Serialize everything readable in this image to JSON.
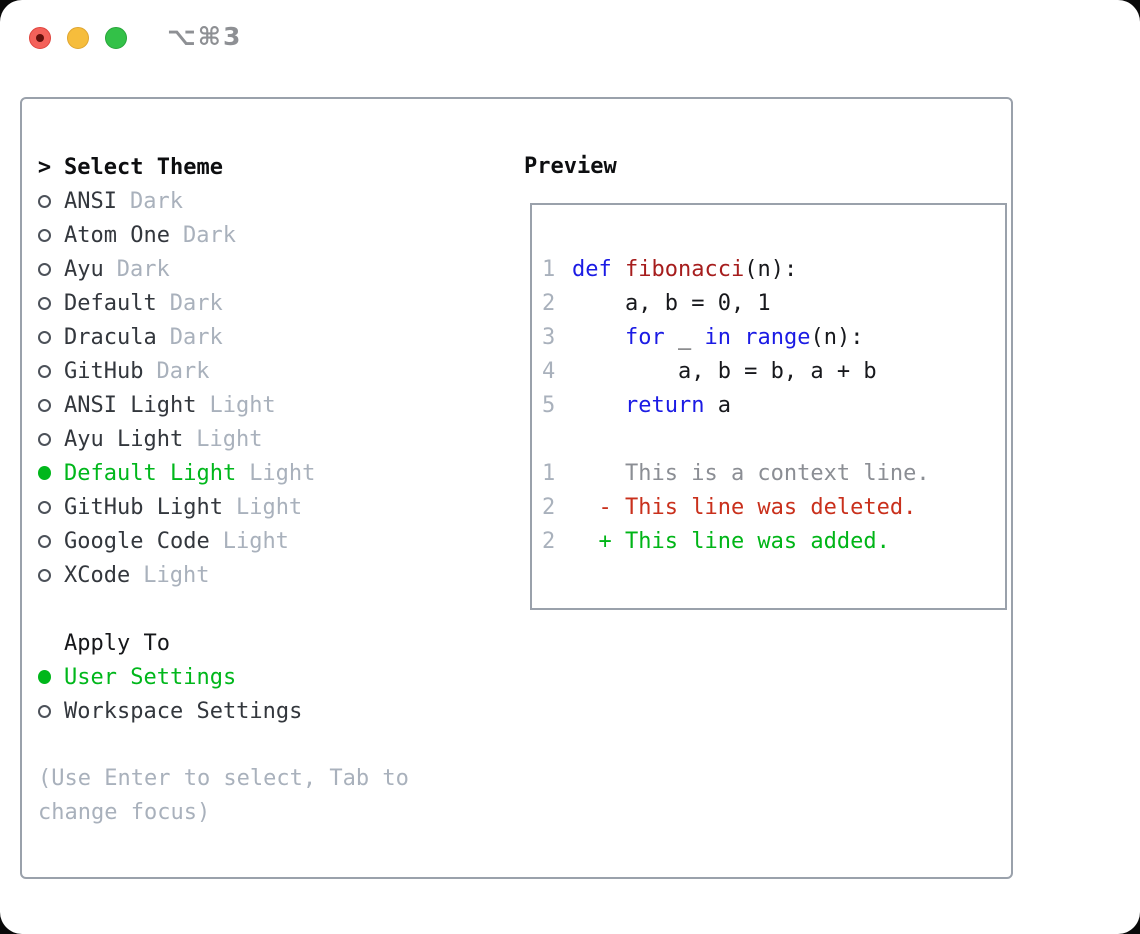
{
  "window": {
    "title": "⌥⌘3"
  },
  "theme_picker": {
    "cursor": ">",
    "title": "Select Theme",
    "items": [
      {
        "name": "ANSI",
        "variant": "Dark",
        "selected": false
      },
      {
        "name": "Atom One",
        "variant": "Dark",
        "selected": false
      },
      {
        "name": "Ayu",
        "variant": "Dark",
        "selected": false
      },
      {
        "name": "Default",
        "variant": "Dark",
        "selected": false
      },
      {
        "name": "Dracula",
        "variant": "Dark",
        "selected": false
      },
      {
        "name": "GitHub",
        "variant": "Dark",
        "selected": false
      },
      {
        "name": "ANSI Light",
        "variant": "Light",
        "selected": false
      },
      {
        "name": "Ayu Light",
        "variant": "Light",
        "selected": false
      },
      {
        "name": "Default Light",
        "variant": "Light",
        "selected": true
      },
      {
        "name": "GitHub Light",
        "variant": "Light",
        "selected": false
      },
      {
        "name": "Google Code",
        "variant": "Light",
        "selected": false
      },
      {
        "name": "XCode",
        "variant": "Light",
        "selected": false
      }
    ]
  },
  "apply_to": {
    "title": "Apply To",
    "options": [
      {
        "label": "User Settings",
        "selected": true
      },
      {
        "label": "Workspace Settings",
        "selected": false
      }
    ]
  },
  "hint": "(Use Enter to select, Tab to change focus)",
  "preview": {
    "title": "Preview",
    "code_lines": [
      {
        "num": "1",
        "tokens": [
          {
            "t": "def",
            "c": "kw"
          },
          {
            "t": " "
          },
          {
            "t": "fibonacci",
            "c": "fn"
          },
          {
            "t": "(n):"
          }
        ]
      },
      {
        "num": "2",
        "tokens": [
          {
            "t": "    a, b = 0, 1"
          }
        ]
      },
      {
        "num": "3",
        "tokens": [
          {
            "t": "    "
          },
          {
            "t": "for",
            "c": "kw"
          },
          {
            "t": " _ "
          },
          {
            "t": "in",
            "c": "kw"
          },
          {
            "t": " "
          },
          {
            "t": "range",
            "c": "kw"
          },
          {
            "t": "(n):"
          }
        ]
      },
      {
        "num": "4",
        "tokens": [
          {
            "t": "        a, b = b, a + b"
          }
        ]
      },
      {
        "num": "5",
        "tokens": [
          {
            "t": "    "
          },
          {
            "t": "return",
            "c": "kw"
          },
          {
            "t": " a"
          }
        ]
      },
      {
        "num": "",
        "tokens": []
      },
      {
        "num": "1",
        "tokens": [
          {
            "t": "    This is a context line.",
            "c": "ctx"
          }
        ]
      },
      {
        "num": "2",
        "tokens": [
          {
            "t": "  - This line was deleted.",
            "c": "del"
          }
        ]
      },
      {
        "num": "2",
        "tokens": [
          {
            "t": "  + This line was added.",
            "c": "add"
          }
        ]
      }
    ]
  },
  "colors": {
    "accent_green": "#00b71b",
    "added_green": "#00b517",
    "keyword_blue": "#1b1be4",
    "function_red": "#a61d1d",
    "deleted_red": "#c9301c",
    "muted_gray": "#a9b1bc",
    "border_gray": "#9aa1ab"
  }
}
